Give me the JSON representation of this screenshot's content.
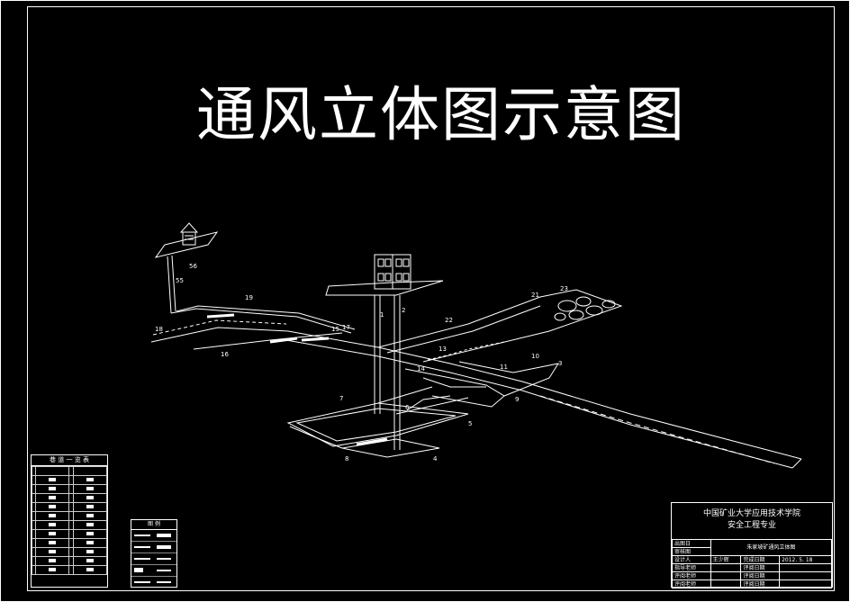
{
  "title": "通风立体图示意图",
  "labels": {
    "l56": "56",
    "l55": "55",
    "l19": "19",
    "l17": "17",
    "l18": "18",
    "l16": "16",
    "l15": "15",
    "l1": "1",
    "l2": "2",
    "l22": "22",
    "l21": "21",
    "l23": "23",
    "l13": "13",
    "l14": "14",
    "l11": "11",
    "l10": "10",
    "l3": "3",
    "l7": "7",
    "l6": "6",
    "l5": "5",
    "l9": "9",
    "l8": "8",
    "l4": "4"
  },
  "roadway_table": {
    "title": "巷 道 一 览 表"
  },
  "legend": {
    "title": "图 例"
  },
  "title_block": {
    "school": "中国矿业大学应用技术学院",
    "major": "安全工程专业",
    "drawing_name": "朱家坡矿通风立体图",
    "rows": [
      {
        "left": "出图日",
        "left2": "",
        "right": "",
        "right2": ""
      },
      {
        "left": "审核图",
        "left2": "",
        "right": "",
        "right2": ""
      },
      {
        "left": "设计人",
        "left2": "王少辉",
        "right": "完成日期",
        "right2": "2012. 5. 18"
      },
      {
        "left": "指导老师",
        "left2": "",
        "right": "评阅日期",
        "right2": ""
      },
      {
        "left": "评阅老师",
        "left2": "",
        "right": "评阅日期",
        "right2": ""
      },
      {
        "left": "评阅老师",
        "left2": "",
        "right": "评阅日期",
        "right2": ""
      }
    ]
  }
}
